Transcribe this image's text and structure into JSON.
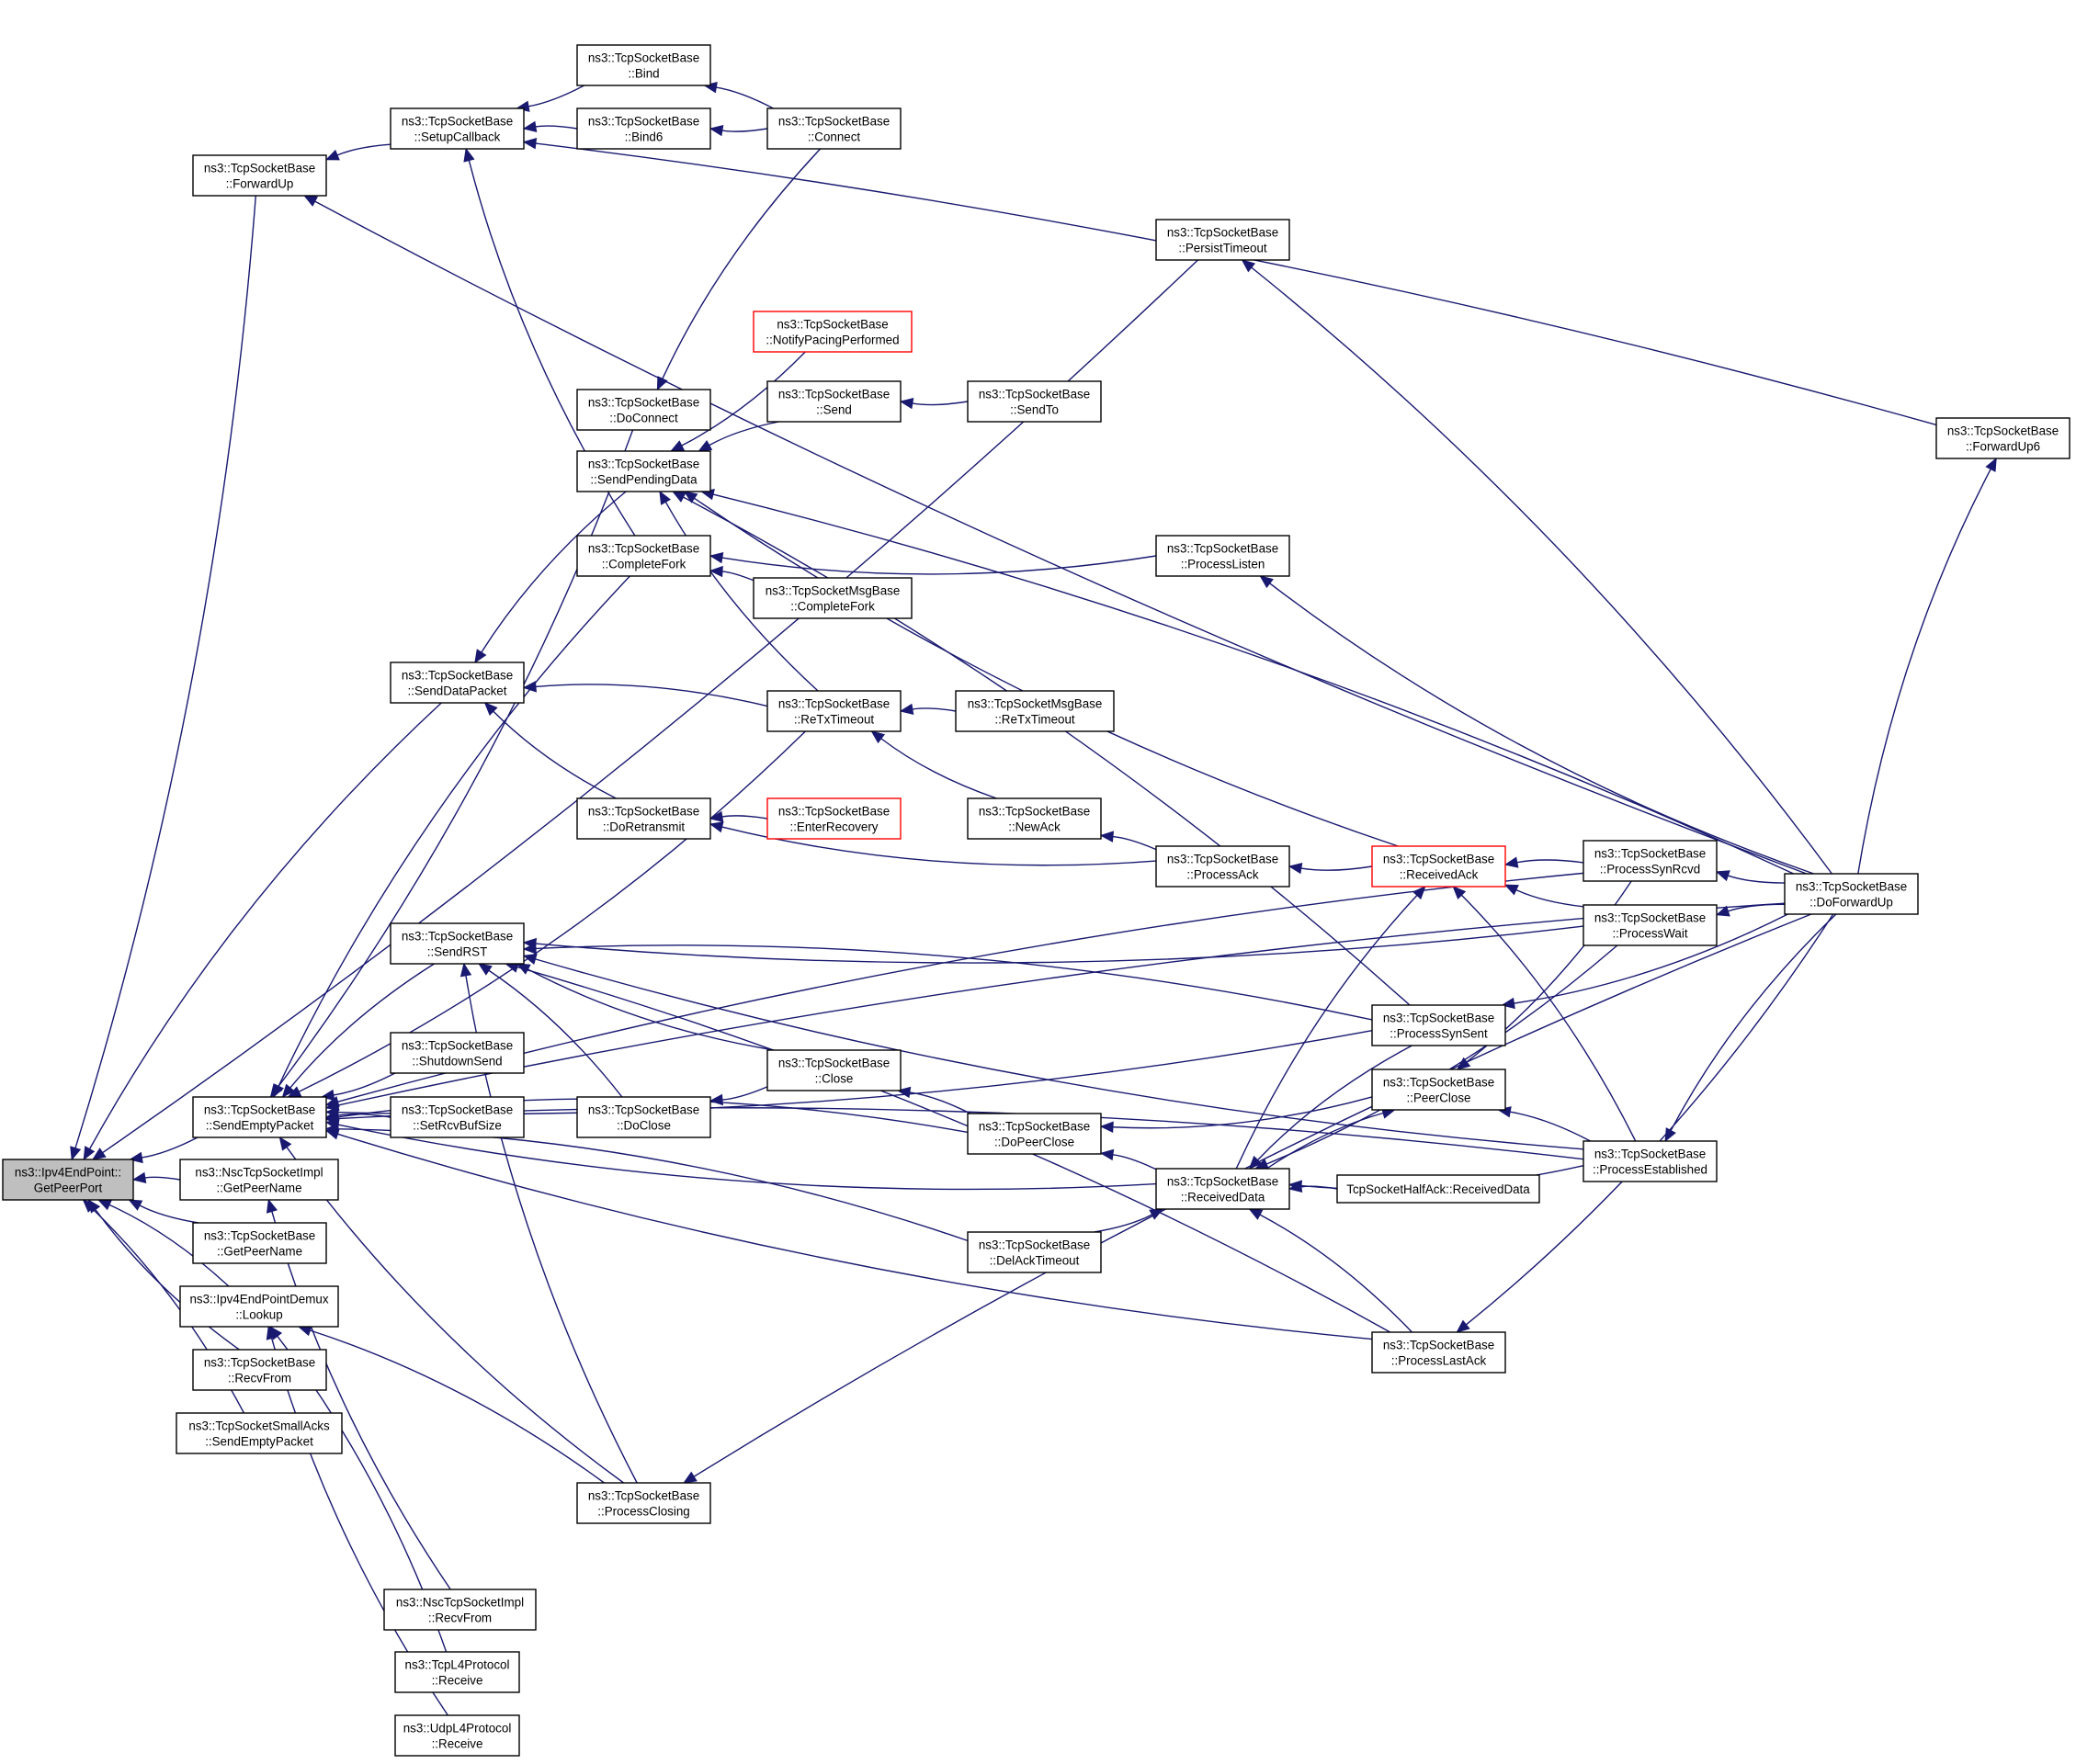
{
  "graph": {
    "nodes": [
      {
        "id": "root",
        "lines": [
          "ns3::Ipv4EndPoint::",
          "GetPeerPort"
        ],
        "style": "root"
      },
      {
        "id": "ForwardUp",
        "lines": [
          "ns3::TcpSocketBase",
          "::ForwardUp"
        ]
      },
      {
        "id": "SetupCallback",
        "lines": [
          "ns3::TcpSocketBase",
          "::SetupCallback"
        ]
      },
      {
        "id": "Bind",
        "lines": [
          "ns3::TcpSocketBase",
          "::Bind"
        ]
      },
      {
        "id": "Bind6",
        "lines": [
          "ns3::TcpSocketBase",
          "::Bind6"
        ]
      },
      {
        "id": "Connect",
        "lines": [
          "ns3::TcpSocketBase",
          "::Connect"
        ]
      },
      {
        "id": "PersistTimeout",
        "lines": [
          "ns3::TcpSocketBase",
          "::PersistTimeout"
        ]
      },
      {
        "id": "NotifyPacing",
        "lines": [
          "ns3::TcpSocketBase",
          "::NotifyPacingPerformed"
        ],
        "style": "red"
      },
      {
        "id": "Send",
        "lines": [
          "ns3::TcpSocketBase",
          "::Send"
        ]
      },
      {
        "id": "SendTo",
        "lines": [
          "ns3::TcpSocketBase",
          "::SendTo"
        ]
      },
      {
        "id": "DoConnect",
        "lines": [
          "ns3::TcpSocketBase",
          "::DoConnect"
        ]
      },
      {
        "id": "SendPendingData",
        "lines": [
          "ns3::TcpSocketBase",
          "::SendPendingData"
        ]
      },
      {
        "id": "ForwardUp6",
        "lines": [
          "ns3::TcpSocketBase",
          "::ForwardUp6"
        ]
      },
      {
        "id": "CompleteFork",
        "lines": [
          "ns3::TcpSocketBase",
          "::CompleteFork"
        ]
      },
      {
        "id": "ProcessListen",
        "lines": [
          "ns3::TcpSocketBase",
          "::ProcessListen"
        ]
      },
      {
        "id": "MsgCompleteFork",
        "lines": [
          "ns3::TcpSocketMsgBase",
          "::CompleteFork"
        ]
      },
      {
        "id": "SendDataPacket",
        "lines": [
          "ns3::TcpSocketBase",
          "::SendDataPacket"
        ]
      },
      {
        "id": "ReTxTimeout",
        "lines": [
          "ns3::TcpSocketBase",
          "::ReTxTimeout"
        ]
      },
      {
        "id": "MsgReTxTimeout",
        "lines": [
          "ns3::TcpSocketMsgBase",
          "::ReTxTimeout"
        ]
      },
      {
        "id": "DoRetransmit",
        "lines": [
          "ns3::TcpSocketBase",
          "::DoRetransmit"
        ]
      },
      {
        "id": "EnterRecovery",
        "lines": [
          "ns3::TcpSocketBase",
          "::EnterRecovery"
        ],
        "style": "red"
      },
      {
        "id": "NewAck",
        "lines": [
          "ns3::TcpSocketBase",
          "::NewAck"
        ]
      },
      {
        "id": "ProcessAck",
        "lines": [
          "ns3::TcpSocketBase",
          "::ProcessAck"
        ]
      },
      {
        "id": "ReceivedAck",
        "lines": [
          "ns3::TcpSocketBase",
          "::ReceivedAck"
        ],
        "style": "red"
      },
      {
        "id": "ProcessSynRcvd",
        "lines": [
          "ns3::TcpSocketBase",
          "::ProcessSynRcvd"
        ]
      },
      {
        "id": "DoForwardUp",
        "lines": [
          "ns3::TcpSocketBase",
          "::DoForwardUp"
        ]
      },
      {
        "id": "ProcessWait",
        "lines": [
          "ns3::TcpSocketBase",
          "::ProcessWait"
        ]
      },
      {
        "id": "SendRST",
        "lines": [
          "ns3::TcpSocketBase",
          "::SendRST"
        ]
      },
      {
        "id": "ShutdownSend",
        "lines": [
          "ns3::TcpSocketBase",
          "::ShutdownSend"
        ]
      },
      {
        "id": "ProcessSynSent",
        "lines": [
          "ns3::TcpSocketBase",
          "::ProcessSynSent"
        ]
      },
      {
        "id": "Close",
        "lines": [
          "ns3::TcpSocketBase",
          "::Close"
        ]
      },
      {
        "id": "PeerClose",
        "lines": [
          "ns3::TcpSocketBase",
          "::PeerClose"
        ]
      },
      {
        "id": "SendEmptyPacket",
        "lines": [
          "ns3::TcpSocketBase",
          "::SendEmptyPacket"
        ]
      },
      {
        "id": "SetRcvBufSize",
        "lines": [
          "ns3::TcpSocketBase",
          "::SetRcvBufSize"
        ]
      },
      {
        "id": "DoClose",
        "lines": [
          "ns3::TcpSocketBase",
          "::DoClose"
        ]
      },
      {
        "id": "DoPeerClose",
        "lines": [
          "ns3::TcpSocketBase",
          "::DoPeerClose"
        ]
      },
      {
        "id": "ProcessEstablished",
        "lines": [
          "ns3::TcpSocketBase",
          "::ProcessEstablished"
        ]
      },
      {
        "id": "ReceivedData",
        "lines": [
          "ns3::TcpSocketBase",
          "::ReceivedData"
        ]
      },
      {
        "id": "HalfAck",
        "lines": [
          "TcpSocketHalfAck::ReceivedData"
        ]
      },
      {
        "id": "NscGetPeerName",
        "lines": [
          "ns3::NscTcpSocketImpl",
          "::GetPeerName"
        ]
      },
      {
        "id": "GetPeerName",
        "lines": [
          "ns3::TcpSocketBase",
          "::GetPeerName"
        ]
      },
      {
        "id": "DelAckTimeout",
        "lines": [
          "ns3::TcpSocketBase",
          "::DelAckTimeout"
        ]
      },
      {
        "id": "Lookup",
        "lines": [
          "ns3::Ipv4EndPointDemux",
          "::Lookup"
        ]
      },
      {
        "id": "RecvFrom",
        "lines": [
          "ns3::TcpSocketBase",
          "::RecvFrom"
        ]
      },
      {
        "id": "ProcessLastAck",
        "lines": [
          "ns3::TcpSocketBase",
          "::ProcessLastAck"
        ]
      },
      {
        "id": "SmallAcks",
        "lines": [
          "ns3::TcpSocketSmallAcks",
          "::SendEmptyPacket"
        ]
      },
      {
        "id": "ProcessClosing",
        "lines": [
          "ns3::TcpSocketBase",
          "::ProcessClosing"
        ]
      },
      {
        "id": "NscRecvFrom",
        "lines": [
          "ns3::NscTcpSocketImpl",
          "::RecvFrom"
        ]
      },
      {
        "id": "TcpL4Receive",
        "lines": [
          "ns3::TcpL4Protocol",
          "::Receive"
        ]
      },
      {
        "id": "UdpL4Receive",
        "lines": [
          "ns3::UdpL4Protocol",
          "::Receive"
        ]
      }
    ],
    "edges": [
      [
        "ForwardUp",
        "root"
      ],
      [
        "SendDataPacket",
        "root"
      ],
      [
        "SendEmptyPacket",
        "root"
      ],
      [
        "NscGetPeerName",
        "root"
      ],
      [
        "GetPeerName",
        "root"
      ],
      [
        "Lookup",
        "root"
      ],
      [
        "RecvFrom",
        "root"
      ],
      [
        "SmallAcks",
        "root"
      ],
      [
        "PersistTimeout",
        "root"
      ],
      [
        "SetupCallback",
        "ForwardUp"
      ],
      [
        "Bind",
        "SetupCallback"
      ],
      [
        "Bind6",
        "SetupCallback"
      ],
      [
        "CompleteFork",
        "SetupCallback"
      ],
      [
        "Connect",
        "Bind"
      ],
      [
        "Connect",
        "Bind6"
      ],
      [
        "ForwardUp6",
        "SetupCallback"
      ],
      [
        "DoForwardUp",
        "ForwardUp"
      ],
      [
        "DoForwardUp",
        "PersistTimeout"
      ],
      [
        "DoForwardUp",
        "ForwardUp6"
      ],
      [
        "Connect",
        "DoConnect"
      ],
      [
        "SendTo",
        "Send"
      ],
      [
        "Send",
        "SendPendingData"
      ],
      [
        "NotifyPacing",
        "SendPendingData"
      ],
      [
        "DoForwardUp",
        "SendPendingData"
      ],
      [
        "ReceivedAck",
        "SendPendingData"
      ],
      [
        "ProcessSynSent",
        "SendPendingData"
      ],
      [
        "ReTxTimeout",
        "SendPendingData"
      ],
      [
        "SendPendingData",
        "SendDataPacket"
      ],
      [
        "ProcessListen",
        "CompleteFork"
      ],
      [
        "MsgCompleteFork",
        "CompleteFork"
      ],
      [
        "DoForwardUp",
        "ProcessListen"
      ],
      [
        "ReTxTimeout",
        "SendDataPacket"
      ],
      [
        "DoRetransmit",
        "SendDataPacket"
      ],
      [
        "MsgReTxTimeout",
        "ReTxTimeout"
      ],
      [
        "NewAck",
        "ReTxTimeout"
      ],
      [
        "EnterRecovery",
        "DoRetransmit"
      ],
      [
        "ProcessAck",
        "DoRetransmit"
      ],
      [
        "ProcessAck",
        "NewAck"
      ],
      [
        "ReceivedAck",
        "ProcessAck"
      ],
      [
        "ProcessSynRcvd",
        "ReceivedAck"
      ],
      [
        "ProcessWait",
        "ReceivedAck"
      ],
      [
        "ProcessEstablished",
        "ReceivedAck"
      ],
      [
        "DoForwardUp",
        "ProcessSynRcvd"
      ],
      [
        "DoForwardUp",
        "ProcessWait"
      ],
      [
        "DoForwardUp",
        "ProcessSynSent"
      ],
      [
        "DoForwardUp",
        "ProcessEstablished"
      ],
      [
        "DoForwardUp",
        "ProcessLastAck"
      ],
      [
        "DoForwardUp",
        "ProcessClosing"
      ],
      [
        "ProcessWait",
        "SendRST"
      ],
      [
        "ProcessSynSent",
        "SendRST"
      ],
      [
        "Close",
        "SendRST"
      ],
      [
        "DoClose",
        "SendRST"
      ],
      [
        "ProcessClosing",
        "SendRST"
      ],
      [
        "ProcessLastAck",
        "SendRST"
      ],
      [
        "ProcessEstablished",
        "SendRST"
      ],
      [
        "SendRST",
        "SendEmptyPacket"
      ],
      [
        "ShutdownSend",
        "SendEmptyPacket"
      ],
      [
        "SetRcvBufSize",
        "SendEmptyPacket"
      ],
      [
        "DoConnect",
        "SendEmptyPacket"
      ],
      [
        "CompleteFork",
        "SendEmptyPacket"
      ],
      [
        "ReTxTimeout",
        "SendEmptyPacket"
      ],
      [
        "ProcessSynRcvd",
        "SendEmptyPacket"
      ],
      [
        "ProcessSynSent",
        "SendEmptyPacket"
      ],
      [
        "DoPeerClose",
        "SendEmptyPacket"
      ],
      [
        "ReceivedData",
        "SendEmptyPacket"
      ],
      [
        "DelAckTimeout",
        "SendEmptyPacket"
      ],
      [
        "ProcessLastAck",
        "SendEmptyPacket"
      ],
      [
        "ProcessEstablished",
        "SendEmptyPacket"
      ],
      [
        "ProcessClosing",
        "SendEmptyPacket"
      ],
      [
        "DoForwardUp",
        "SendEmptyPacket"
      ],
      [
        "Close",
        "DoClose"
      ],
      [
        "DoPeerClose",
        "Close"
      ],
      [
        "PeerClose",
        "DoPeerClose"
      ],
      [
        "ReceivedData",
        "DoPeerClose"
      ],
      [
        "ProcessSynRcvd",
        "PeerClose"
      ],
      [
        "ProcessEstablished",
        "PeerClose"
      ],
      [
        "ReceivedData",
        "PeerClose"
      ],
      [
        "ProcessSynSent",
        "ReceivedData"
      ],
      [
        "ReceivedData",
        "ReceivedAck"
      ],
      [
        "HalfAck",
        "ReceivedData"
      ],
      [
        "ProcessEstablished",
        "ReceivedData"
      ],
      [
        "ProcessLastAck",
        "ReceivedData"
      ],
      [
        "ProcessWait",
        "ReceivedData"
      ],
      [
        "DelAckTimeout",
        "ReceivedData"
      ],
      [
        "ProcessSynRcvd",
        "ProcessSynRcvd"
      ],
      [
        "ProcessClosing",
        "Lookup"
      ],
      [
        "NscRecvFrom",
        "NscGetPeerName"
      ],
      [
        "TcpL4Receive",
        "Lookup"
      ],
      [
        "UdpL4Receive",
        "Lookup"
      ]
    ]
  }
}
